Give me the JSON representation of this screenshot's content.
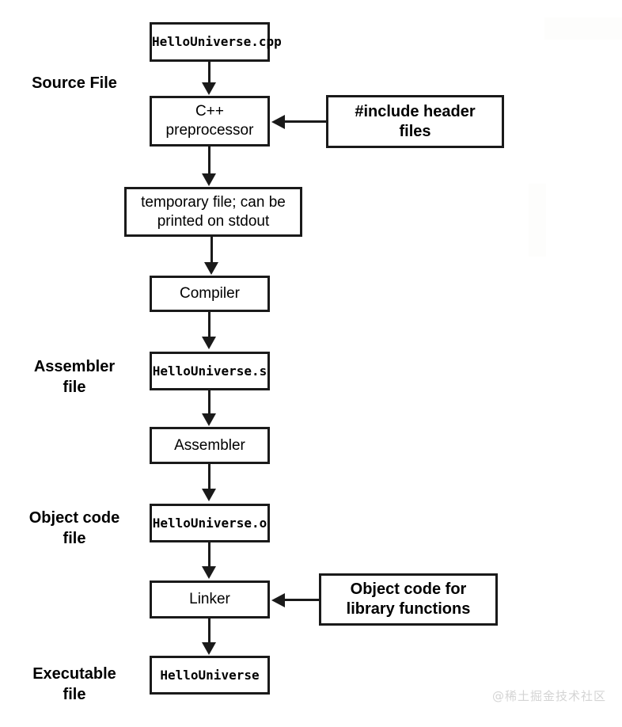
{
  "diagram": {
    "title": "C++ compilation pipeline",
    "accent_color": "#1a1a1a",
    "background_color": "#ffffff"
  },
  "stage_labels": [
    {
      "id": "source-file",
      "text": "Source File"
    },
    {
      "id": "assembler-file",
      "text": "Assembler\nfile"
    },
    {
      "id": "object-code-file",
      "text": "Object code\nfile"
    },
    {
      "id": "executable-file",
      "text": "Executable\nfile"
    }
  ],
  "nodes": [
    {
      "id": "source",
      "text": "HelloUniverse.cpp",
      "style": "mono"
    },
    {
      "id": "preprocessor",
      "text": "C++\npreprocessor",
      "style": "sans"
    },
    {
      "id": "temp-file",
      "text": "temporary file; can be\nprinted on stdout",
      "style": "sans"
    },
    {
      "id": "compiler",
      "text": "Compiler",
      "style": "sans"
    },
    {
      "id": "asm-file",
      "text": "HelloUniverse.s",
      "style": "mono"
    },
    {
      "id": "assembler",
      "text": "Assembler",
      "style": "sans"
    },
    {
      "id": "object-file",
      "text": "HelloUniverse.o",
      "style": "mono"
    },
    {
      "id": "linker",
      "text": "Linker",
      "style": "sans"
    },
    {
      "id": "executable",
      "text": "HelloUniverse",
      "style": "mono"
    }
  ],
  "side_inputs": [
    {
      "id": "include-headers",
      "text": "#include header\nfiles",
      "target": "preprocessor"
    },
    {
      "id": "library-objects",
      "text": "Object code for\nlibrary functions",
      "target": "linker"
    }
  ],
  "watermark": {
    "text": "@稀土掘金技术社区"
  }
}
